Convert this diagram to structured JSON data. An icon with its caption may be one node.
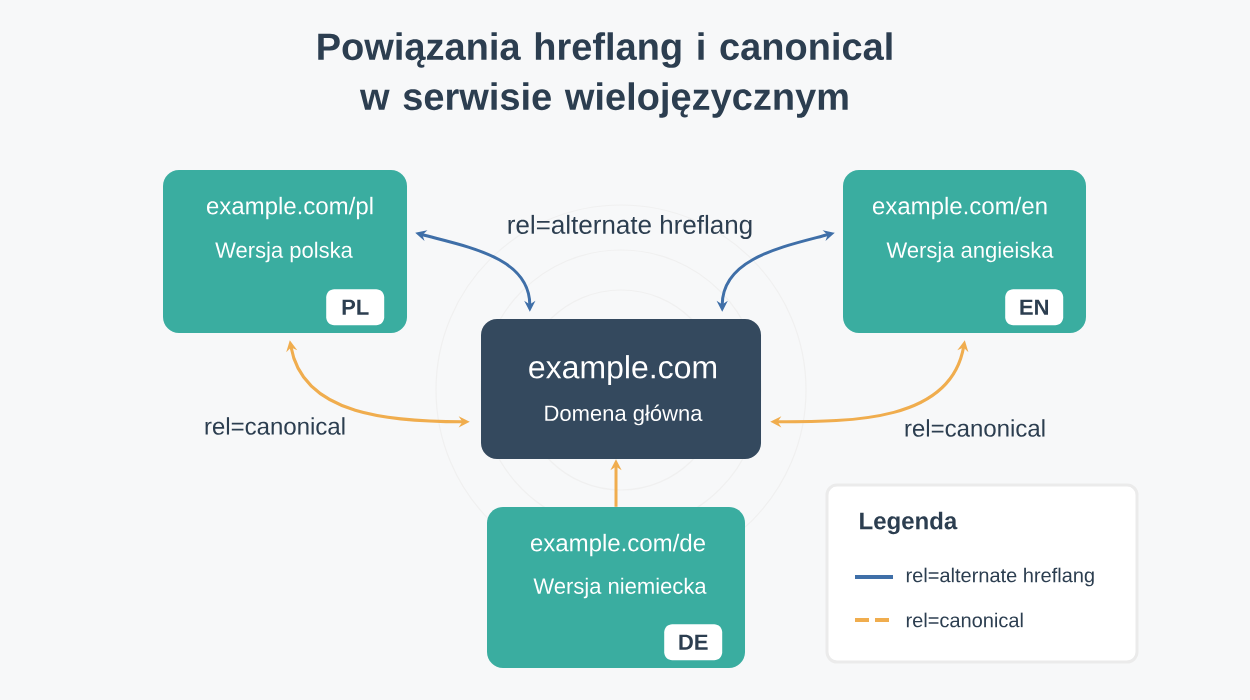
{
  "diagram": {
    "title": "Powiązania hreflang i canonical w serwisie wielojęzycznym",
    "nodes": [
      {
        "text": [
          "example.com/pl",
          "Wersja polska"
        ]
      },
      {
        "text": [
          "PL"
        ],
        "in": 0
      },
      {
        "text": [
          "example.com/en",
          "Wersja angieiska"
        ]
      },
      {
        "text": [
          "EN"
        ],
        "in": 2
      },
      {
        "text": [
          "example.com",
          "Domena główna"
        ]
      },
      {
        "text": [
          "example.com/de",
          "Wersja niemiecka"
        ]
      },
      {
        "text": [
          "DE"
        ],
        "in": 5
      }
    ],
    "edges": [
      {
        "from": 0,
        "to": 4,
        "arrow": "both",
        "color": "#3f6fa8"
      },
      {
        "from": 2,
        "to": 4,
        "arrow": "both",
        "color": "#3f6fa8"
      },
      {
        "from": 0,
        "to": 4,
        "arrow": "both",
        "color": "#f0ad4e",
        "label": "rel=canonical"
      },
      {
        "from": 2,
        "to": 4,
        "arrow": "both",
        "color": "#f0ad4e",
        "label": "rel=canonical"
      },
      {
        "from": 5,
        "to": 4,
        "arrow": "to",
        "color": "#f0ad4e"
      }
    ],
    "labels": [
      "rel=alternate hreflang",
      "Legenda"
    ],
    "legend": [
      {
        "text": "rel=alternate hreflang"
      },
      {
        "text": "rel=canonical"
      }
    ]
  }
}
